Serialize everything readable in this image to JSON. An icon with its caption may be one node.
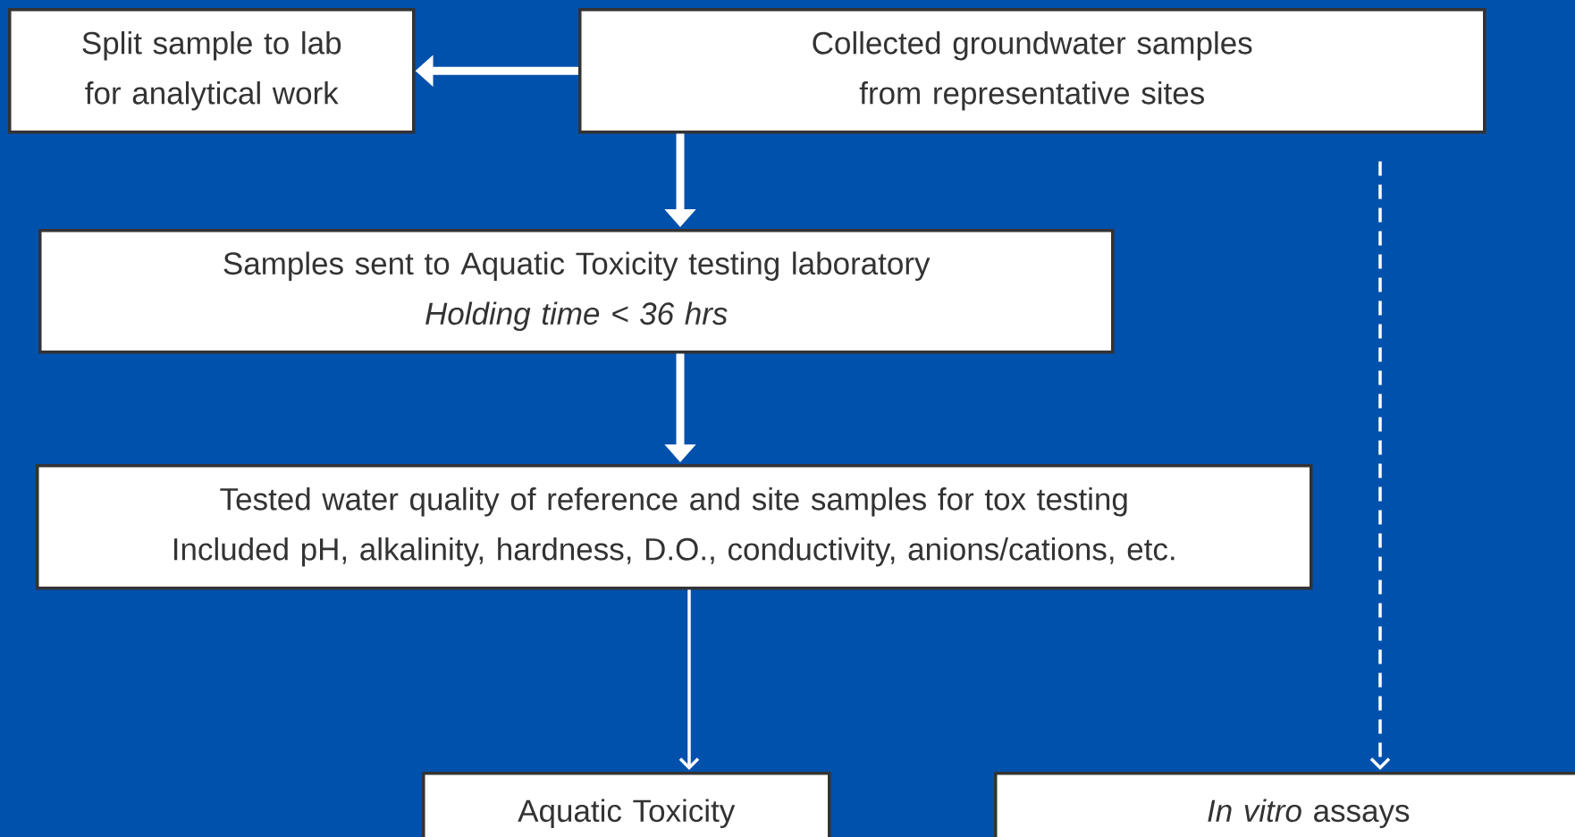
{
  "diagram": {
    "nodes": [
      {
        "text": [
          "Split sample to lab for analytical work"
        ]
      },
      {
        "text": [
          "Collected groundwater samples from representative sites"
        ]
      },
      {
        "text": [
          "Samples sent to Aquatic Toxicity testing laboratory",
          "Holding time <  36 hrs"
        ]
      },
      {
        "text": [
          "Tested water quality of reference and site samples for tox testing",
          "Included pH, alkalinity, hardness, D.O., conductivity, anions/cations, etc."
        ]
      },
      {
        "text": [
          "Aquatic Toxicity"
        ]
      },
      {
        "text": [
          "*In vitro* assays"
        ]
      }
    ],
    "edges": [
      {
        "from": 1,
        "to": 0,
        "arrow": "to"
      },
      {
        "from": 1,
        "to": 2,
        "arrow": "to"
      },
      {
        "from": 2,
        "to": 3,
        "arrow": "to"
      },
      {
        "from": 3,
        "to": 4,
        "arrow": "to"
      },
      {
        "from": 1,
        "to": 5,
        "arrow": "to",
        "style": "dashed"
      }
    ]
  }
}
